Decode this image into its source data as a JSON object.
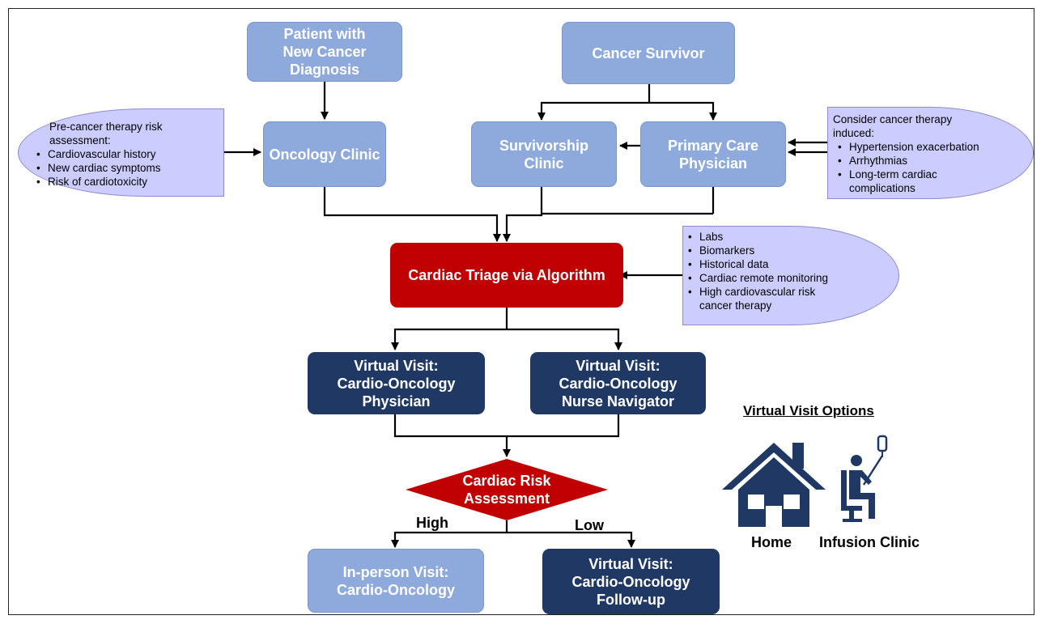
{
  "nodes": {
    "patient": "Patient with\nNew Cancer Diagnosis",
    "survivor": "Cancer Survivor",
    "oncology": "Oncology Clinic",
    "survivorship": "Survivorship\nClinic",
    "primary_care": "Primary Care\nPhysician",
    "triage": "Cardiac Triage via Algorithm",
    "vv_physician": "Virtual Visit:\nCardio-Oncology\nPhysician",
    "vv_nurse": "Virtual Visit:\nCardio-Oncology\nNurse Navigator",
    "risk": "Cardiac Risk\nAssessment",
    "inperson": "In-person Visit:\nCardio-Oncology",
    "vv_followup": "Virtual Visit:\nCardio-Oncology\nFollow-up"
  },
  "notes": {
    "pre_therapy": {
      "heading": "Pre-cancer therapy risk\nassessment:",
      "items": [
        "Cardiovascular history",
        "New cardiac symptoms",
        "Risk of cardiotoxicity"
      ]
    },
    "induced": {
      "heading": "Consider cancer therapy\ninduced:",
      "items": [
        "Hypertension exacerbation",
        "Arrhythmias",
        "Long-term cardiac\ncomplications"
      ]
    },
    "triage_inputs": {
      "items": [
        "Labs",
        "Biomarkers",
        "Historical data",
        "Cardiac remote monitoring",
        "High cardiovascular risk\ncancer therapy"
      ]
    }
  },
  "branch_labels": {
    "high": "High",
    "low": "Low"
  },
  "options": {
    "title": "Virtual Visit Options",
    "home": "Home",
    "infusion": "Infusion Clinic",
    "home_icon": "house-icon",
    "infusion_icon": "infusion-patient-icon"
  },
  "colors": {
    "light_box": "#8EA9DB",
    "dark_box": "#203864",
    "red_box": "#C00000",
    "note_fill": "#CCCCFF"
  }
}
